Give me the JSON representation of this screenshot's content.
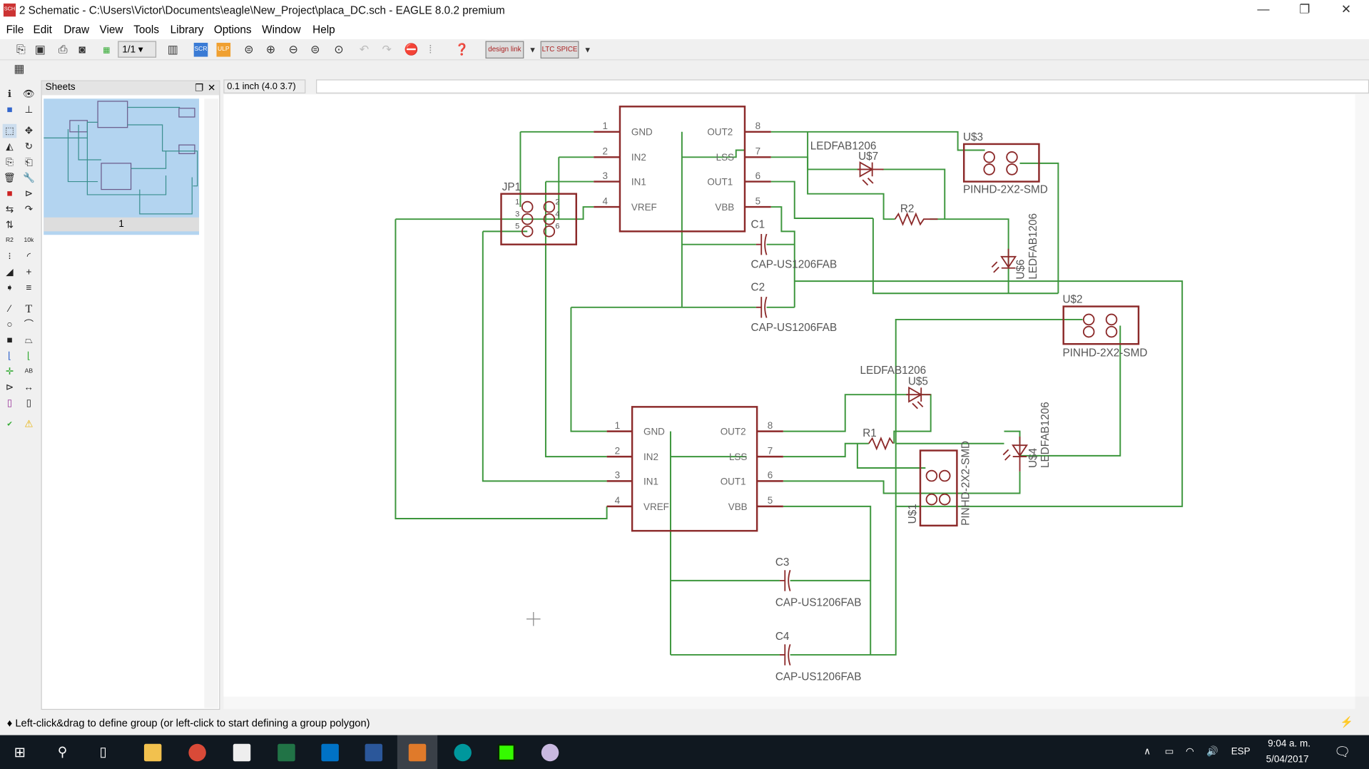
{
  "window": {
    "title": "2 Schematic - C:\\Users\\Victor\\Documents\\eagle\\New_Project\\placa_DC.sch - EAGLE 8.0.2 premium",
    "app_icon": "SCH",
    "minimize": "—",
    "restore": "❐",
    "close": "✕"
  },
  "menu": [
    "File",
    "Edit",
    "Draw",
    "View",
    "Tools",
    "Library",
    "Options",
    "Window",
    "Help"
  ],
  "toolbar": {
    "sheet_select": "1/1",
    "design_link": "design link",
    "ltc_spice": "LTC SPICE"
  },
  "sheets_panel": {
    "title": "Sheets",
    "sheet_label": "1"
  },
  "grid_readout": "0.1 inch (4.0 3.7)",
  "status_text": "♦ Left-click&drag to define group (or left-click to start defining a group polygon)",
  "colors": {
    "wire": "#3c963c",
    "symbol": "#8c2a2a",
    "text": "#6a6a6a"
  },
  "schematic": {
    "ic_pins_left": [
      "GND",
      "IN2",
      "IN1",
      "VREF"
    ],
    "ic_pins_right": [
      "OUT2",
      "LSS",
      "OUT1",
      "VBB"
    ],
    "pin_nums_left": [
      "1",
      "2",
      "3",
      "4"
    ],
    "pin_nums_right": [
      "8",
      "7",
      "6",
      "5"
    ],
    "jp1": {
      "name": "JP1",
      "pins": [
        "1",
        "2",
        "3",
        "4",
        "5",
        "6"
      ]
    },
    "u3": {
      "name": "U$3",
      "value": "PINHD-2X2-SMD"
    },
    "u2": {
      "name": "U$2",
      "value": "PINHD-2X2-SMD"
    },
    "u1": {
      "name": "U$1",
      "value": "PINHD-2X2-SMD"
    },
    "u7": {
      "name": "U$7",
      "value": "LEDFAB1206"
    },
    "u6": {
      "name": "U$6",
      "value": "LEDFAB1206"
    },
    "u5": {
      "name": "U$5",
      "value": "LEDFAB1206"
    },
    "u4": {
      "name": "U$4",
      "value": "LEDFAB1206"
    },
    "r1": "R1",
    "r2": "R2",
    "c1": {
      "name": "C1",
      "value": "CAP-US1206FAB"
    },
    "c2": {
      "name": "C2",
      "value": "CAP-US1206FAB"
    },
    "c3": {
      "name": "C3",
      "value": "CAP-US1206FAB"
    },
    "c4": {
      "name": "C4",
      "value": "CAP-US1206FAB"
    }
  },
  "taskbar": {
    "language": "ESP",
    "time": "9:04 a. m.",
    "date": "5/04/2017"
  }
}
